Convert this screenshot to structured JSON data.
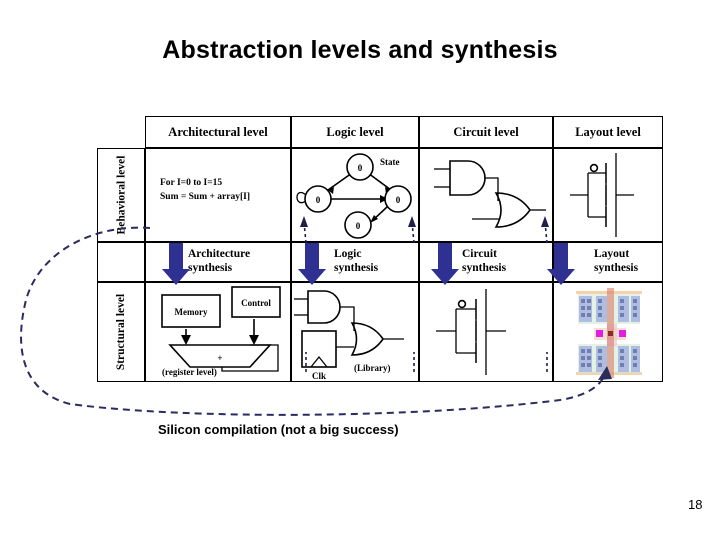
{
  "slide": {
    "title": "Abstraction levels and synthesis",
    "footnote": "Silicon compilation (not a big success)",
    "page_number": "18",
    "accent_color": "#2e3192",
    "line_color": "#000000"
  },
  "table": {
    "column_headers": [
      "Architectural level",
      "Logic level",
      "Circuit level",
      "Layout level"
    ],
    "row_labels": [
      "Behavioral level",
      "Structural level"
    ],
    "synthesis_row": [
      {
        "line1": "Architecture",
        "line2": "synthesis"
      },
      {
        "line1": "Logic",
        "line2": "synthesis"
      },
      {
        "line1": "Circuit",
        "line2": "synthesis"
      },
      {
        "line1": "Layout",
        "line2": "synthesis"
      }
    ]
  },
  "behavioral": {
    "architectural": {
      "code_line1": "For I=0 to I=15",
      "code_line2": "Sum = Sum + array[I]"
    },
    "logic": {
      "state_label": "State",
      "node_labels": [
        "0",
        "0",
        "0",
        "0"
      ]
    },
    "circuit": {
      "gates": [
        "and-gate",
        "or-gate"
      ]
    },
    "layout": {
      "schematic": "transistor-pair-schematic"
    }
  },
  "structural": {
    "architectural": {
      "memory_label": "Memory",
      "control_label": "Control",
      "alu_label": "+",
      "caption": "(register level)"
    },
    "logic": {
      "clock_label": "Clk",
      "caption": "(Library)"
    },
    "circuit": {
      "schematic": "transistor-pair-schematic"
    },
    "layout": {
      "artwork": "ic-mask-layout"
    }
  }
}
